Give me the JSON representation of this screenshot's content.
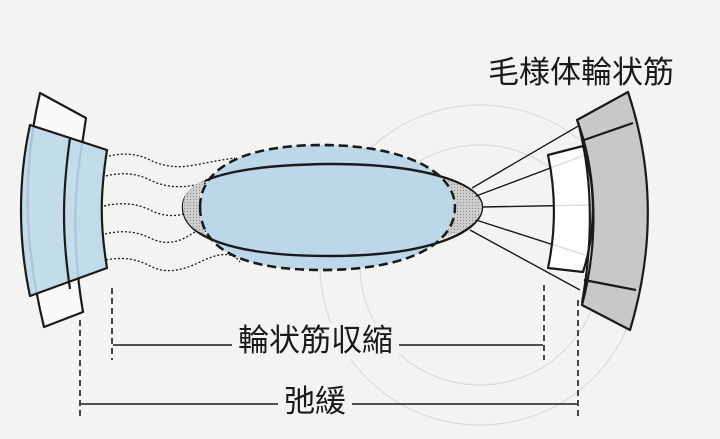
{
  "labels": {
    "ciliary_muscle": "毛様体輪状筋",
    "contraction": "輪状筋収縮",
    "relaxation": "弛緩"
  },
  "colors": {
    "background": "#f3f4f1",
    "lens_fill": "#bcd8e8",
    "muscle_gray": "#c8c8c8",
    "stroke": "#1a1a1a"
  }
}
